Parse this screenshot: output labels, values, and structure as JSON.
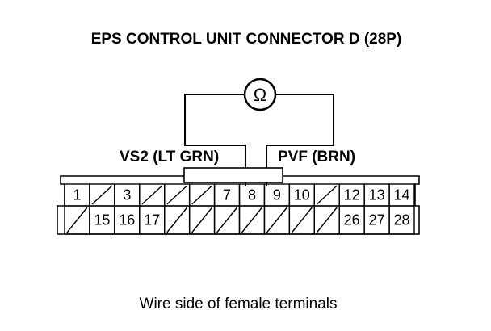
{
  "title": "EPS CONTROL UNIT CONNECTOR D (28P)",
  "meter_symbol": "Ω",
  "probes": [
    {
      "label": "VS2 (LT GRN)",
      "pin": 8
    },
    {
      "label": "PVF (BRN)",
      "pin": 9
    }
  ],
  "connector": {
    "top_row": [
      "1",
      "",
      "3",
      "",
      "",
      "",
      "7",
      "8",
      "9",
      "10",
      "",
      "12",
      "13",
      "14"
    ],
    "bottom_row": [
      "",
      "15",
      "16",
      "17",
      "",
      "",
      "",
      "",
      "",
      "",
      "",
      "26",
      "27",
      "28"
    ]
  },
  "caption": "Wire side of female terminals"
}
